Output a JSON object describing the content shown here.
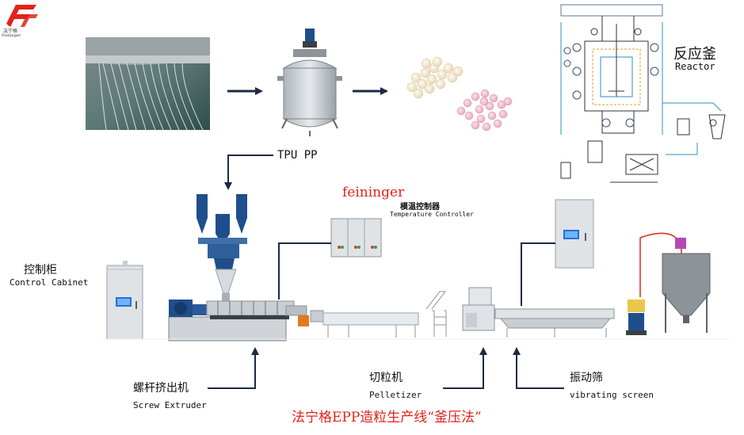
{
  "logo": {
    "line1": "法宁格",
    "line2": "Feininger"
  },
  "labels": {
    "tpu_pp": "TPU PP",
    "reactor_cn": "反应釜",
    "reactor_en": "Reactor",
    "watermark": "feininger",
    "temp_cn": "模温控制器",
    "temp_en": "Temperature Controller",
    "cabinet_cn": "控制柜",
    "cabinet_en": "Control Cabinet",
    "screw_cn": "螺杆挤出机",
    "screw_en": "Screw Extruder",
    "pellet_cn": "切粒机",
    "pellet_en": "Pelletizer",
    "vib_cn": "振动筛",
    "vib_en": "vibrating screen",
    "bottom_title": "法宁格EPP造粒生产线“釜压法”"
  },
  "colors": {
    "brand_red": "#e2231a",
    "arrow": "#1c2a44",
    "machine_blue": "#1f4e8c",
    "cabinet_gray": "#dfe3e6",
    "steel": "#c9ced3"
  }
}
